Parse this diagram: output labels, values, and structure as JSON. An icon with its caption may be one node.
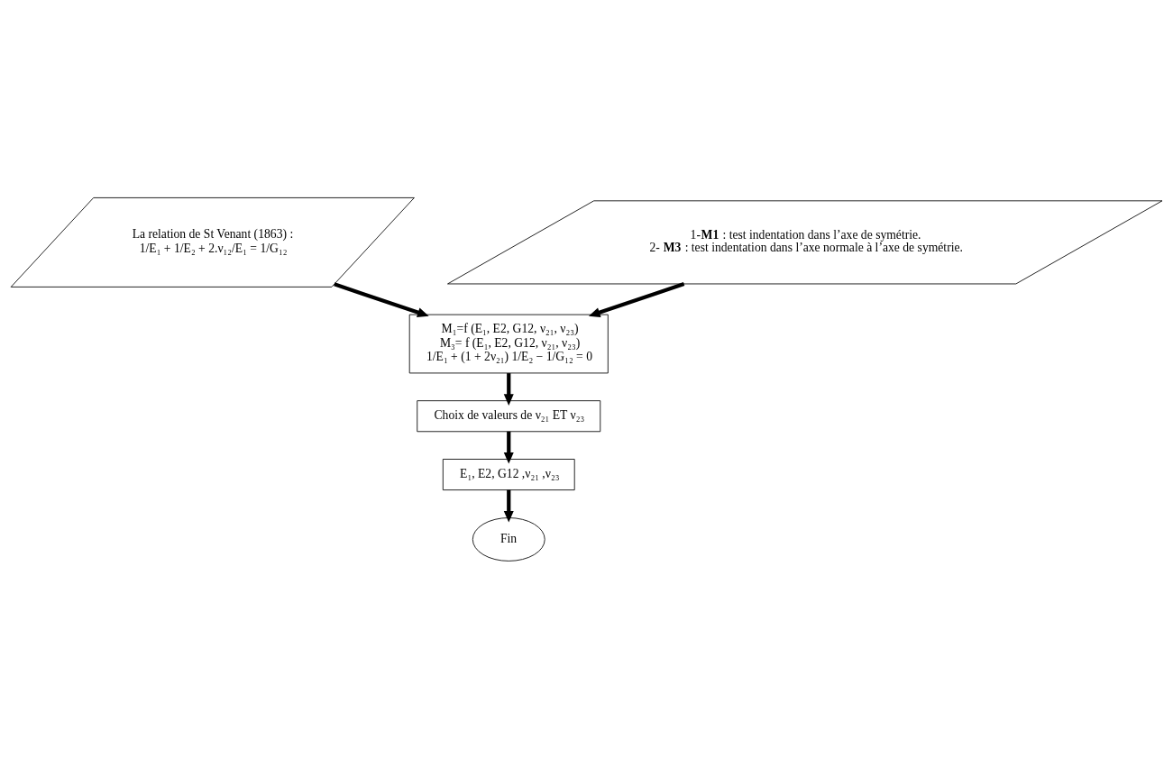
{
  "diagram": {
    "nodes": [
      {
        "text": [
          "La relation de St Venant (1863) :",
          "1/E₁ + 1/E₂ + 2.ν₁₂/E₁ = 1/G₁₂"
        ]
      },
      {
        "text": [
          "1-**M1** : test indentation dans l’axe de symétrie.",
          "2- **M3** : test indentation dans l’axe normale à l’axe de symétrie."
        ]
      },
      {
        "text": [
          "M₁=f (E₁, E2, G12, ν₂₁, ν₂₃)",
          "M₃= f (E₁, E2, G12, ν₂₁, ν₂₃)",
          "1/E₁ + (1 + 2ν₂₁) 1/E₂ − 1/G₁₂ = 0"
        ]
      },
      {
        "text": [
          "Choix de valeurs de ν₂₁ ET ν₂₃"
        ]
      },
      {
        "text": [
          "E₁, E2, G12 ,ν₂₁ ,ν₂₃"
        ]
      },
      {
        "text": [
          "Fin"
        ]
      }
    ],
    "edges": [
      {
        "from": 0,
        "to": 2,
        "arrow": "to"
      },
      {
        "from": 1,
        "to": 2,
        "arrow": "to"
      },
      {
        "from": 2,
        "to": 3,
        "arrow": "to"
      },
      {
        "from": 3,
        "to": 4,
        "arrow": "to"
      },
      {
        "from": 4,
        "to": 5,
        "arrow": "to"
      }
    ]
  }
}
